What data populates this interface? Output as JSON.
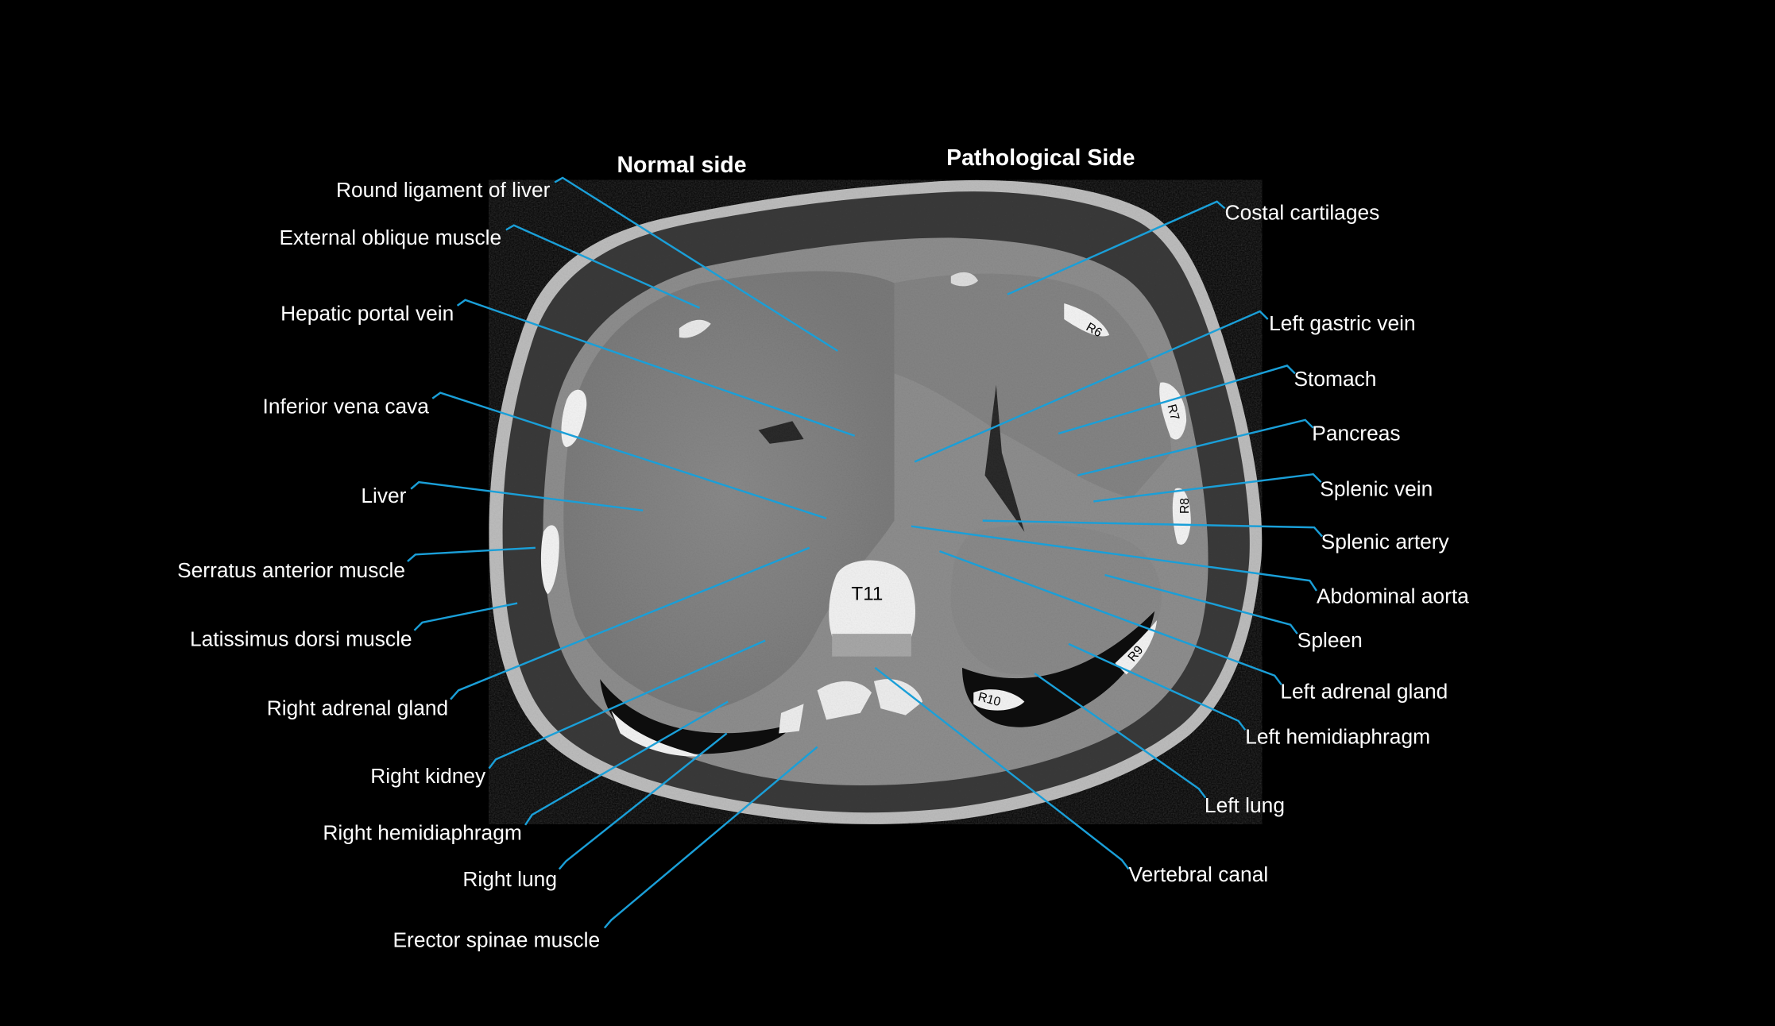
{
  "figure": {
    "type": "axial CT scan, upper abdomen",
    "background_color": "#000000",
    "leader_color": "#1a9fd8",
    "label_color": "#ffffff"
  },
  "headers": {
    "normal_side": "Normal side",
    "pathological_side": "Pathological Side"
  },
  "vertebra_label": "T11",
  "rib_labels": [
    "R6",
    "R7",
    "R8",
    "R9",
    "R10"
  ],
  "labels_left": [
    {
      "text": "Round ligament of liver"
    },
    {
      "text": "External oblique muscle"
    },
    {
      "text": "Hepatic portal vein"
    },
    {
      "text": "Inferior vena cava"
    },
    {
      "text": "Liver"
    },
    {
      "text": "Serratus anterior muscle"
    },
    {
      "text": "Latissimus dorsi muscle"
    },
    {
      "text": "Right adrenal gland"
    },
    {
      "text": "Right kidney"
    },
    {
      "text": "Right hemidiaphragm"
    },
    {
      "text": "Right lung"
    },
    {
      "text": "Erector spinae muscle"
    }
  ],
  "labels_right": [
    {
      "text": "Costal cartilages"
    },
    {
      "text": "Left gastric vein"
    },
    {
      "text": "Stomach"
    },
    {
      "text": "Pancreas"
    },
    {
      "text": "Splenic vein"
    },
    {
      "text": "Splenic artery"
    },
    {
      "text": "Abdominal aorta"
    },
    {
      "text": "Spleen"
    },
    {
      "text": "Left adrenal gland"
    },
    {
      "text": "Left hemidiaphragm"
    },
    {
      "text": "Left lung"
    },
    {
      "text": "Vertebral canal"
    }
  ]
}
